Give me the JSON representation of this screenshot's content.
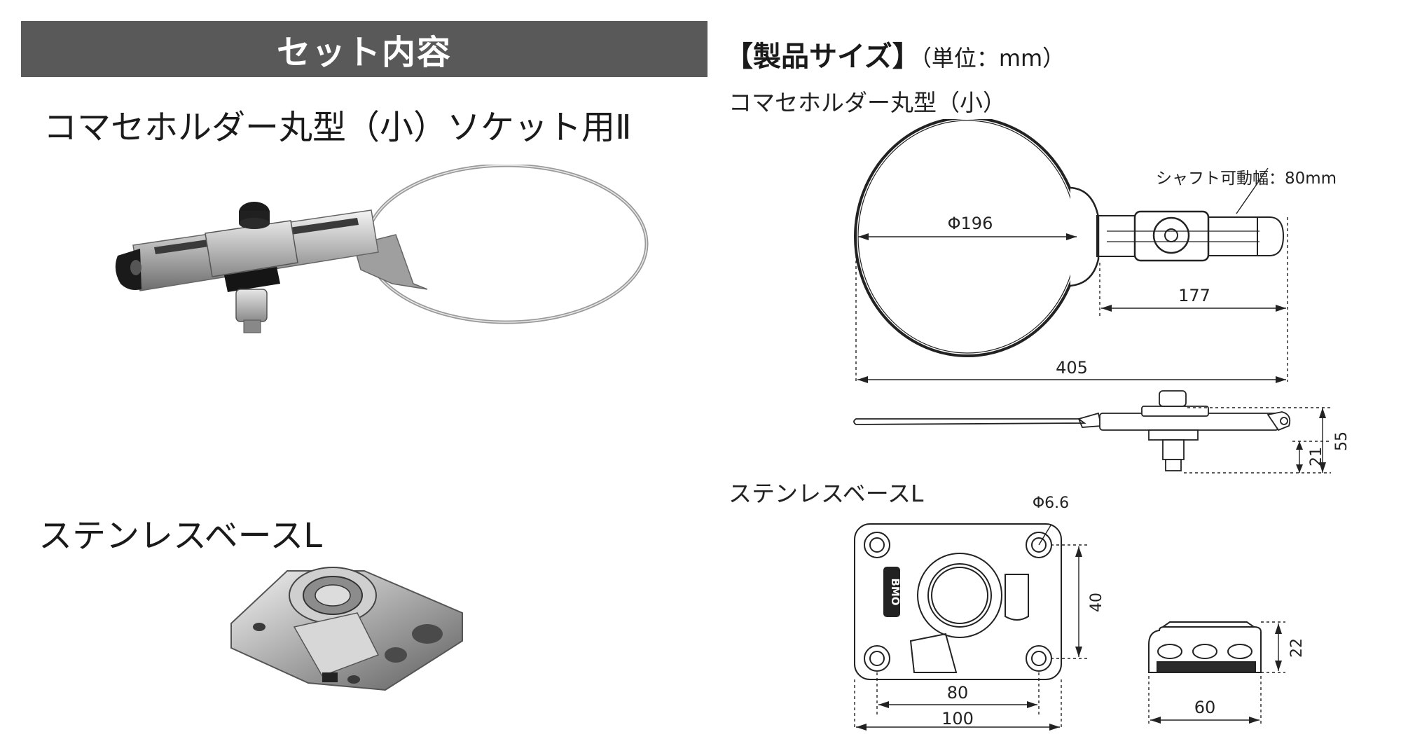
{
  "banner": {
    "label": "セット内容"
  },
  "products": {
    "holder_name": "コマセホルダー丸型（小）ソケット用Ⅱ",
    "base_name": "ステンレスベースL"
  },
  "spec": {
    "heading": "【製品サイズ】",
    "unit": "（単位：mm）",
    "holder_label": "コマセホルダー丸型（小）",
    "base_label": "ステンレスベースL",
    "holder_dims": {
      "shaft_note": "シャフト可動幅：80mm",
      "diameter": "Φ196",
      "shaft_len": "177",
      "total_len": "405",
      "height_total": "55",
      "height_lower": "21"
    },
    "base_dims": {
      "hole": "Φ6.6",
      "hole_pitch_v": "40",
      "hole_pitch_h": "80",
      "width": "100",
      "depth": "60",
      "height": "22",
      "logo": "BMO"
    }
  }
}
